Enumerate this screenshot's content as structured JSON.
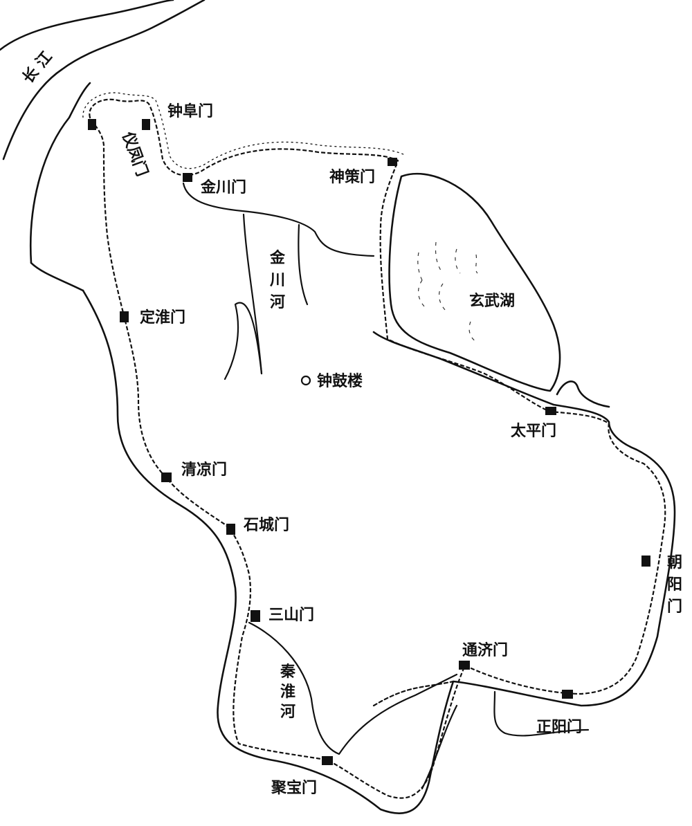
{
  "labels": {
    "changjiang": "长 江",
    "zhongfu": "钟阜门",
    "yifeng": "仪凤门",
    "jinchuan_gate": "金川门",
    "shence": "神策门",
    "jinchuan_river_1": "金",
    "jinchuan_river_2": "川",
    "jinchuan_river_3": "河",
    "xuanwu": "玄武湖",
    "dinghuai": "定淮门",
    "zhonggulou": "钟鼓楼",
    "taiping": "太平门",
    "qingliang": "清凉门",
    "shicheng": "石城门",
    "chaoyang_1": "朝",
    "chaoyang_2": "阳",
    "chaoyang_3": "门",
    "sanshan": "三山门",
    "qinhuai_1": "秦",
    "qinhuai_2": "淮",
    "qinhuai_3": "河",
    "tongji": "通济门",
    "zhengyang": "正阳门",
    "jubao": "聚宝门"
  },
  "colors": {
    "ink": "#111111",
    "paper": "#ffffff"
  }
}
